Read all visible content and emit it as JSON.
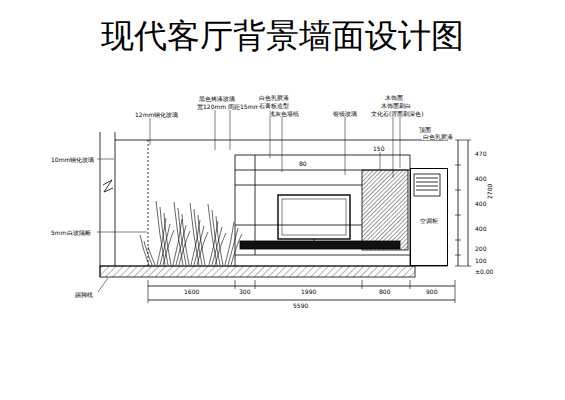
{
  "diagram": {
    "title": "现代客厅背景墙面设计图",
    "nodes": [
      {
        "text": [
          "空调柜"
        ]
      }
    ],
    "labels": [
      "黑色烤漆玻璃",
      "宽120mm 间距15mm",
      "白色乳胶漆",
      "石膏板造型",
      "浅灰色墙纸",
      "银镜玻璃",
      "木饰面",
      "木饰面刷白",
      "文化石(背面刷深色)",
      "12mm钢化玻璃",
      "10mm钢化玻璃",
      "5mm白玻隔断",
      "踢脚线",
      "顶面",
      "白色乳胶漆",
      "80",
      "150",
      "470",
      "400",
      "400",
      "400",
      "200",
      "100",
      "2700",
      "±0.00",
      "1600",
      "300",
      "1990",
      "800",
      "900",
      "5590"
    ]
  }
}
